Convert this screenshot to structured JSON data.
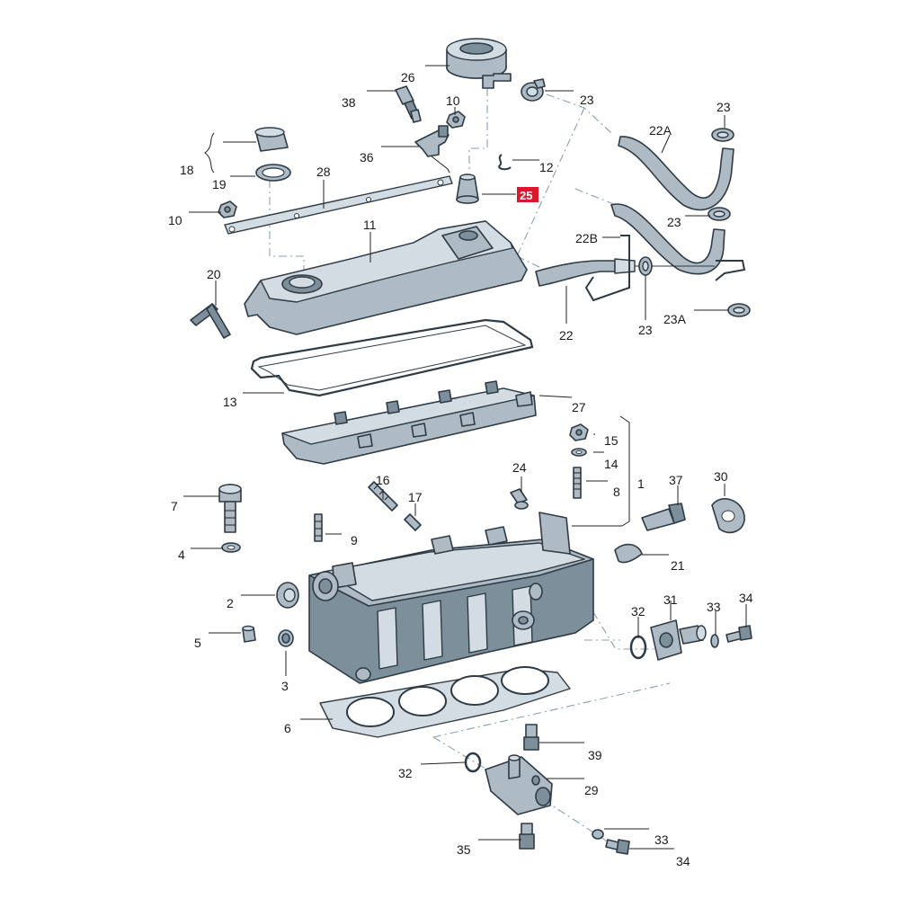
{
  "labels": {
    "l26": "26",
    "l38": "38",
    "l10a": "10",
    "l23a": "23",
    "l36": "36",
    "l12": "12",
    "l25": "25",
    "l18": "18",
    "l19": "19",
    "l28": "28",
    "l10b": "10",
    "l11": "11",
    "l22a": "22A",
    "l23b": "23",
    "l23c": "23",
    "l22b": "22B",
    "l22": "22",
    "l23d": "23",
    "l23a_sub": "23A",
    "l20": "20",
    "l13": "13",
    "l27": "27",
    "l15": "15",
    "l14": "14",
    "l8": "8",
    "l1": "1",
    "l16": "16",
    "l17": "17",
    "l24": "24",
    "l37": "37",
    "l30": "30",
    "l7": "7",
    "l9": "9",
    "l4": "4",
    "l21": "21",
    "l2": "2",
    "l31": "31",
    "l32a": "32",
    "l33a": "33",
    "l34a": "34",
    "l5": "5",
    "l3": "3",
    "l6": "6",
    "l39": "39",
    "l32b": "32",
    "l29": "29",
    "l35": "35",
    "l33b": "33",
    "l34b": "34"
  },
  "highlight_color": "#d9182b"
}
